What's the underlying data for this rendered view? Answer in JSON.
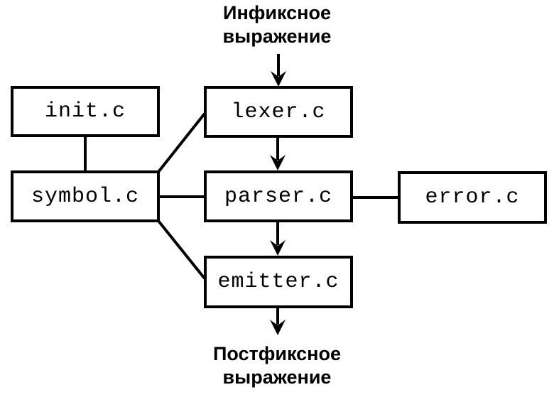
{
  "diagram": {
    "input_label": {
      "line1": "Инфиксное",
      "line2": "выражение"
    },
    "output_label": {
      "line1": "Постфиксное",
      "line2": "выражение"
    },
    "modules": [
      {
        "id": "init",
        "label": "init.c"
      },
      {
        "id": "lexer",
        "label": "lexer.c"
      },
      {
        "id": "symbol",
        "label": "symbol.c"
      },
      {
        "id": "parser",
        "label": "parser.c"
      },
      {
        "id": "error",
        "label": "error.c"
      },
      {
        "id": "emitter",
        "label": "emitter.c"
      }
    ],
    "connections": [
      {
        "from": "infix-input",
        "to": "lexer.c",
        "type": "arrow"
      },
      {
        "from": "lexer.c",
        "to": "parser.c",
        "type": "arrow"
      },
      {
        "from": "parser.c",
        "to": "emitter.c",
        "type": "arrow"
      },
      {
        "from": "emitter.c",
        "to": "postfix-output",
        "type": "arrow"
      },
      {
        "from": "init.c",
        "to": "symbol.c",
        "type": "line"
      },
      {
        "from": "symbol.c",
        "to": "lexer.c",
        "type": "line"
      },
      {
        "from": "symbol.c",
        "to": "parser.c",
        "type": "line"
      },
      {
        "from": "symbol.c",
        "to": "emitter.c",
        "type": "line"
      },
      {
        "from": "parser.c",
        "to": "error.c",
        "type": "line"
      }
    ],
    "colors": {
      "ink": "#000000",
      "background": "#ffffff"
    }
  }
}
